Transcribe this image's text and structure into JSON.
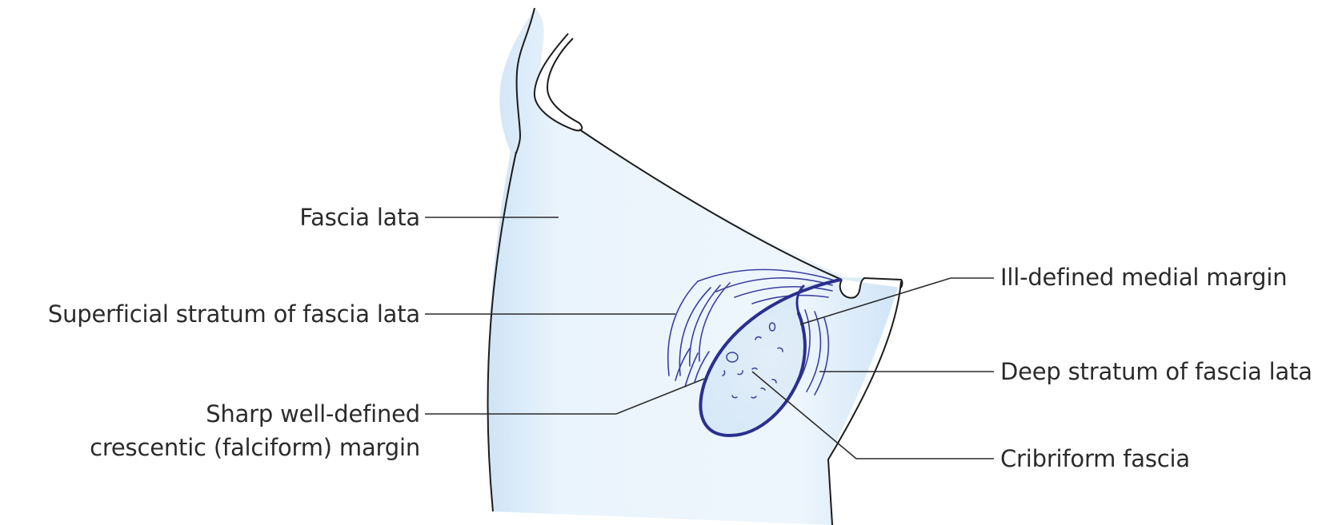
{
  "colors": {
    "fascia_fill_light": "#f3f8fd",
    "fascia_fill_dark": "#cfe4f6",
    "outline": "#1c1c1c",
    "margin_stroke": "#2a2f8f",
    "stratum_lines": "#3b3fa0",
    "leader": "#2b2b2b",
    "label_text": "#2b2b2b"
  },
  "labels": {
    "fascia_lata": "Fascia lata",
    "superficial_stratum": "Superficial stratum of fascia lata",
    "sharp_margin_line1": "Sharp well-defined",
    "sharp_margin_line2": "crescentic (falciform) margin",
    "ill_defined_margin": "Ill-defined medial margin",
    "deep_stratum": "Deep stratum of fascia lata",
    "cribriform_fascia": "Cribriform fascia"
  }
}
